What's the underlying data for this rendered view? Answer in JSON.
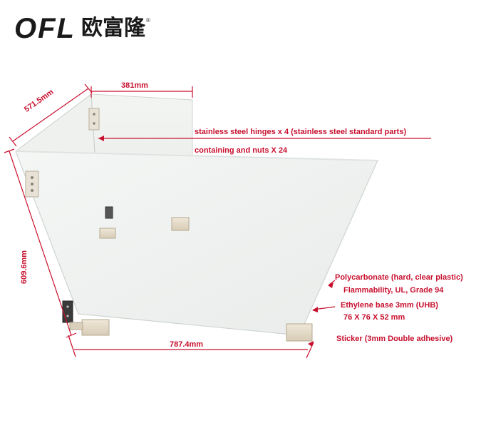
{
  "brand": {
    "latin": "OFL",
    "chinese": "欧富隆",
    "registered": "®"
  },
  "dimensions": {
    "top_width": "381mm",
    "depth": "571.5mm",
    "height": "609.6mm",
    "bottom_width": "787.4mm"
  },
  "annotations": {
    "hinges": "stainless steel hinges x 4 (stainless steel standard parts)",
    "nuts": "containing and nuts X 24",
    "polycarbonate": "Polycarbonate (hard, clear plastic)",
    "flammability": "Flammability, UL, Grade 94",
    "base": "Ethylene base 3mm (UHB)",
    "base_size": "76 X 76 X 52 mm",
    "sticker": "Sticker (3mm Double adhesive)"
  },
  "colors": {
    "accent": "#c8102e",
    "text": "#1a1a1a"
  }
}
